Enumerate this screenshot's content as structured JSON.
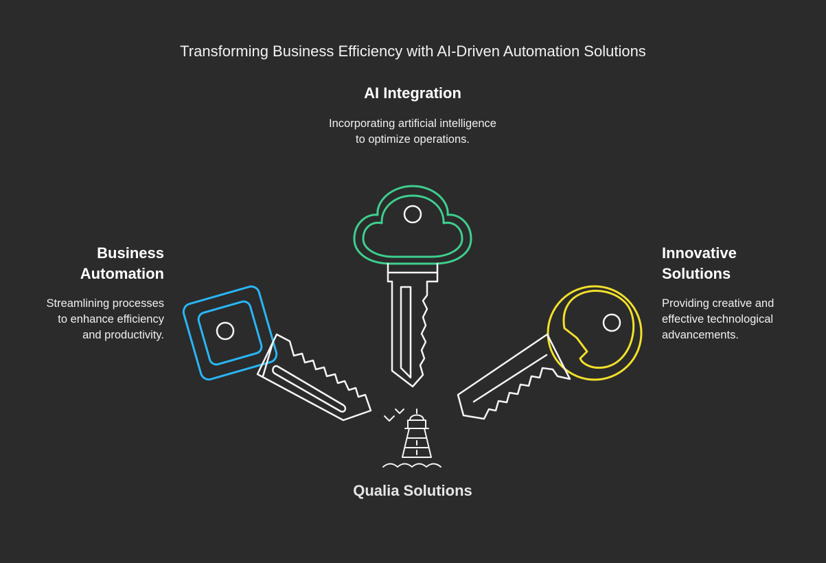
{
  "title": "Transforming Business Efficiency with AI-Driven Automation Solutions",
  "ai_integration": {
    "heading": "AI Integration",
    "description": "Incorporating artificial intelligence to optimize operations."
  },
  "business_automation": {
    "heading_line1": "Business",
    "heading_line2": "Automation",
    "description_line1": "Streamlining processes",
    "description_line2": "to enhance efficiency",
    "description_line3": "and productivity."
  },
  "innovative_solutions": {
    "heading_line1": "Innovative",
    "heading_line2": "Solutions",
    "description_line1": "Providing creative and",
    "description_line2": "effective technological",
    "description_line3": "advancements."
  },
  "brand": "Qualia Solutions",
  "colors": {
    "background": "#2b2b2b",
    "ai_key": "#3ecf8e",
    "business_key": "#29b6f6",
    "innovative_key": "#f2e02a",
    "line": "#f5f5f5"
  },
  "icons": [
    "green-key-icon",
    "blue-key-icon",
    "yellow-key-icon",
    "lighthouse-icon"
  ]
}
